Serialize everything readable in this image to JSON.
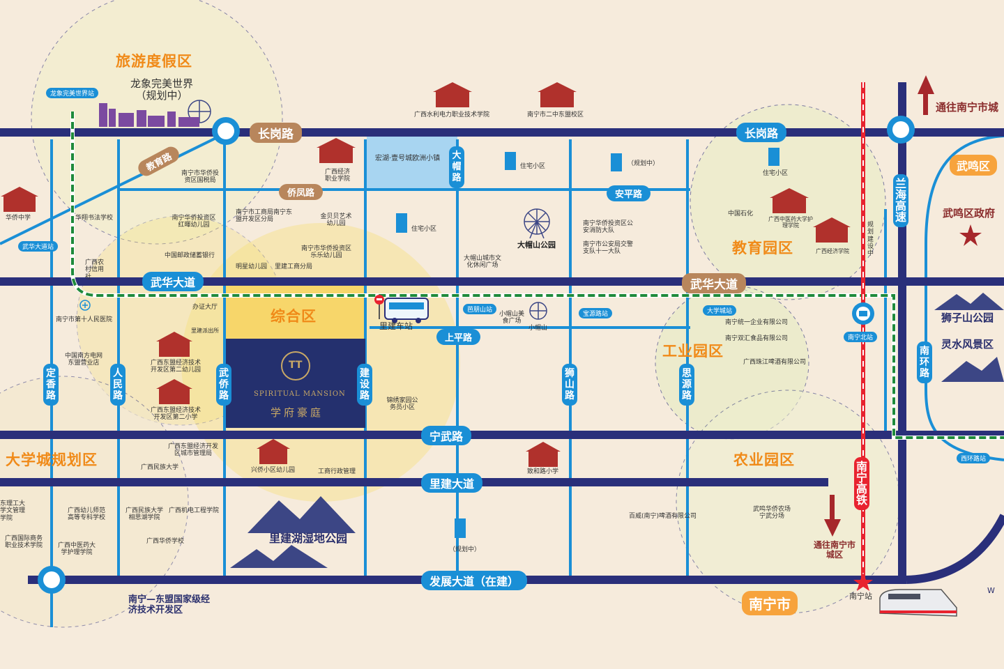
{
  "colors": {
    "road": "#2a2f7a",
    "road_light": "#1a8fd6",
    "metro": "#1f8a3b",
    "rail": "#e8232f",
    "zone_text": "#f08a18",
    "pill": "#f7a33c",
    "background": "#f6ebdc"
  },
  "roads": {
    "changgang_left": "长岗路",
    "changgang_right": "长岗路",
    "jiaoyu": "教育路",
    "qiaofeng": "侨凤路",
    "wuhua_left": "武华大道",
    "wuhua_right": "武华大道",
    "anping": "安平路",
    "shangping": "上平路",
    "ningwu": "宁武路",
    "lijian": "里建大道",
    "fazhan": "发展大道（在建）",
    "dingxiang": "定香路",
    "renmin": "人民路",
    "wuqiao": "武侨路",
    "jianshe": "建设路",
    "damao": "大帽路",
    "shishan": "狮山路",
    "siyuan": "思源路",
    "nanhuan": "南环路",
    "lanhai": "兰海高速"
  },
  "zones": {
    "tourism": "旅游度假区",
    "comprehensive": "综合区",
    "education": "教育园区",
    "industry": "工业园区",
    "university": "大学城规划区",
    "agriculture": "农业园区"
  },
  "project": {
    "name_en": "SPIRITUAL MANSION",
    "name_cn": "学府豪庭",
    "logo": "TT"
  },
  "stations": {
    "longxiang": "龙象完美世界站",
    "wuhua": "武华大道站",
    "balangshan": "芭朋山站",
    "baoyuan": "宝源路站",
    "daxuecheng": "大学城站",
    "nanningbei": "南宁北站",
    "xihuan": "西环路站",
    "lijian_bus": "里建车站",
    "nanning": "南宁站"
  },
  "districts": {
    "wuming": "武鸣区",
    "wuming_gov": "武鸣区政府",
    "nanning_city": "南宁市",
    "to_city": "通往南宁市城",
    "to_south": "通往南宁市城区",
    "rail_label": "南宁高铁",
    "rail_plan": "规划建设中",
    "econ_zone": "南宁—东盟国家级经济技术开发区"
  },
  "parks": {
    "lijian_lake": "里建湖湿地公园",
    "damaoshan": "大帽山公园",
    "shizishan": "狮子山公园",
    "lingshui": "灵水风景区",
    "longxiang_world": "龙象完美世界（规划中）"
  },
  "pois": {
    "p1": "广西水利电力职业技术学院",
    "p2": "南宁市二中东盟校区",
    "p3": "广西经济职业学院",
    "p4": "宏湖·壹号城欧洲小镇",
    "p5": "住宅小区",
    "p6": "（规划中）",
    "p7": "南宁市华侨投资区国税局",
    "p8": "华侨中学",
    "p9": "华翔书法学校",
    "p10": "南宁华侨投资区红暉幼儿园",
    "p11": "中国邮政储蓄银行",
    "p12": "广西农村信用社",
    "p13": "南宁市工商局南宁东盟开发区分局",
    "p14": "金贝贝艺术幼儿园",
    "p15": "南宁市华侨投资区乐乐幼儿园",
    "p16": "明星幼儿园",
    "p17": "里建工商分局",
    "p18": "住宅小区",
    "p19": "大帽山城市文化休闲广场",
    "p20": "南宁华侨投资区公安消防大队",
    "p21": "南宁市公安局交警支队十一大队",
    "p22": "住宅小区",
    "p23": "中国石化",
    "p24": "广西中医药大学护理学院",
    "p25": "广西经济学院",
    "p26": "办证大厅",
    "p27": "南宁市第十人民医院",
    "p28": "里建派出所",
    "p29": "中国南方电网东盟营业店",
    "p30": "广西东盟经济技术开发区第二幼儿园",
    "p31": "广西东盟经济技术开发区第二小学",
    "p32": "小帽山美食广场",
    "p33": "小帽山",
    "p34": "南宁统一企业有限公司",
    "p35": "南宁双汇食品有限公司",
    "p36": "广西珠江啤酒有限公司",
    "p37": "锦绣家园公务员小区",
    "p38": "广西东盟经济开发区城市管理局",
    "p39": "广西民族大学",
    "p40": "兴侨小区幼儿园",
    "p41": "工商行政管理",
    "p42": "致和路小学",
    "p43": "东理工大学文管理学院",
    "p44": "广西幼儿师范高等专科学校",
    "p45": "广西民族大学相思湖学院",
    "p46": "广西机电工程学院",
    "p47": "广西国际商务职业技术学院",
    "p48": "广西中医药大学护理学院",
    "p49": "广西华侨学校",
    "p50": "（规划中）",
    "p51": "百威(南宁)啤酒有限公司",
    "p52": "武鸣华侨农场宁武分场"
  },
  "edge_letter": "W"
}
